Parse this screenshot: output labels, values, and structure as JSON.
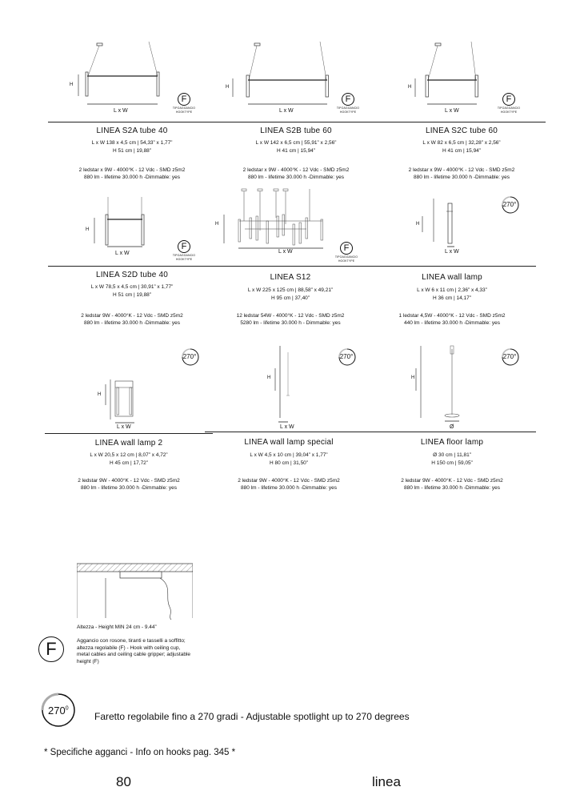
{
  "products": [
    {
      "name": "LINEA S2A tube 40",
      "dims": [
        "L x W 138 x 4,5 cm | 54,33” x 1,77”",
        "H 51 cm | 19,88”"
      ],
      "specs": [
        "2 ledstar x 9W - 4000°K - 12 Vdc - SMD z5m2",
        "880 lm - lifetime 30.000 h -Dimmable: yes"
      ],
      "dim_label": "L  x  W",
      "h_label": "H",
      "hook": "F",
      "hook_text": [
        "TIPOAGGANCIO",
        "HOOKTYPE"
      ]
    },
    {
      "name": "LINEA S2B tube 60",
      "dims": [
        "L x W 142 x 6,5 cm | 55,91” x 2,56”",
        "H 41 cm | 15,94”"
      ],
      "specs": [
        "2 ledstar x 9W - 4000°K - 12 Vdc - SMD z5m2",
        "880 lm - lifetime 30.000 h -Dimmable: yes"
      ],
      "dim_label": "L  x  W",
      "h_label": "H",
      "hook": "F",
      "hook_text": [
        "TIPOAGGANCIO",
        "HOOKTYPE"
      ]
    },
    {
      "name": "LINEA S2C tube 60",
      "dims": [
        "L x W 82 x 6,5 cm | 32,28” x 2,56”",
        "H 41 cm | 15,94”"
      ],
      "specs": [
        "2 ledstar x 9W - 4000°K - 12 Vdc - SMD z5m2",
        "880 lm - lifetime 30.000 h -Dimmable: yes"
      ],
      "dim_label": "L  x  W",
      "h_label": "H",
      "hook": "F",
      "hook_text": [
        "TIPOAGGANCIO",
        "HOOKTYPE"
      ]
    },
    {
      "name": "LINEA S2D tube 40",
      "dims": [
        "L x W 78,5 x 4,5 cm | 30,91” x 1,77”",
        "H 51 cm | 19,88”"
      ],
      "specs": [
        "2 ledstar 9W - 4000°K - 12 Vdc - SMD z5m2",
        "880 lm - lifetime 30.000 h -Dimmable: yes"
      ],
      "dim_label": "L  x  W",
      "h_label": "H",
      "hook": "F",
      "hook_text": [
        "TIPOAGGANCIO",
        "HOOKTYPE"
      ]
    },
    {
      "name": "LINEA S12",
      "dims": [
        "L x W 225 x 125 cm | 88,58” x 49,21”",
        "H 95 cm | 37,40”"
      ],
      "specs": [
        "12 ledstar 54W - 4000°K - 12 Vdc - SMD z5m2",
        "5280 lm - lifetime 30.000 h - Dimmable: yes"
      ],
      "dim_label": "L  x  W",
      "h_label": "H",
      "hook": "F",
      "hook_text": [
        "TIPOAGGANCIO",
        "HOOKTYPE"
      ]
    },
    {
      "name": "LINEA wall lamp",
      "dims": [
        "L x W 6 x 11 cm | 2,36” x 4,33”",
        "H 36 cm | 14,17”"
      ],
      "specs": [
        "1 ledstar 4,5W - 4000°K - 12 Vdc - SMD z5m2",
        "440 lm - lifetime 30.000 h -Dimmable: yes"
      ],
      "dim_label": "L  x  W",
      "h_label": "H",
      "rotation": "270°"
    },
    {
      "name": "LINEA wall lamp 2",
      "dims": [
        "L x W 20,5 x 12 cm | 8,07” x 4,72”",
        "H 45 cm | 17,72”"
      ],
      "specs": [
        "2 ledstar 9W - 4000°K - 12 Vdc - SMD z5m2",
        "880 lm - lifetime 30.000 h -Dimmable: yes"
      ],
      "dim_label": "L  x  W",
      "h_label": "H",
      "rotation": "270°"
    },
    {
      "name": "LINEA wall lamp special",
      "dims": [
        "L x W 4,5 x 10 cm | 39,04” x 1,77”",
        "H 80 cm | 31,50”"
      ],
      "specs": [
        "2 ledstar 9W - 4000°K - 12 Vdc - SMD z5m2",
        "880 lm - lifetime 30.000 h -Dimmable: yes"
      ],
      "dim_label": "L  x  W",
      "h_label": "H",
      "rotation": "270°"
    },
    {
      "name": "LINEA floor lamp",
      "dims": [
        "Ø 30 cm | 11,81”",
        "H 150 cm | 59,05”"
      ],
      "specs": [
        "2 ledstar 9W - 4000°K - 12 Vdc - SMD z5m2",
        "880 lm - lifetime 30.000 h -Dimmable: yes"
      ],
      "dim_label": "Ø",
      "h_label": "H",
      "rotation": "270°"
    }
  ],
  "hook_section": {
    "height_min": "Altezza - Height MIN 24 cm - 9.44”",
    "letter": "F",
    "description": "Aggancio con rosone, tiranti e tasselli a soffitto; altezza regolabile (F) - Hook with ceiling cup, metal cables and ceiling cable gripper; adjustable height (F)"
  },
  "legend": {
    "rotation_value": "270",
    "rotation_sup": "0",
    "text": "Faretto regolabile fino a 270 gradi -   Adjustable spotlight up to 270 degrees"
  },
  "note": "* Specifiche agganci - Info on hooks pag. 345 *",
  "footer": {
    "page": "80",
    "brand": "linea"
  }
}
